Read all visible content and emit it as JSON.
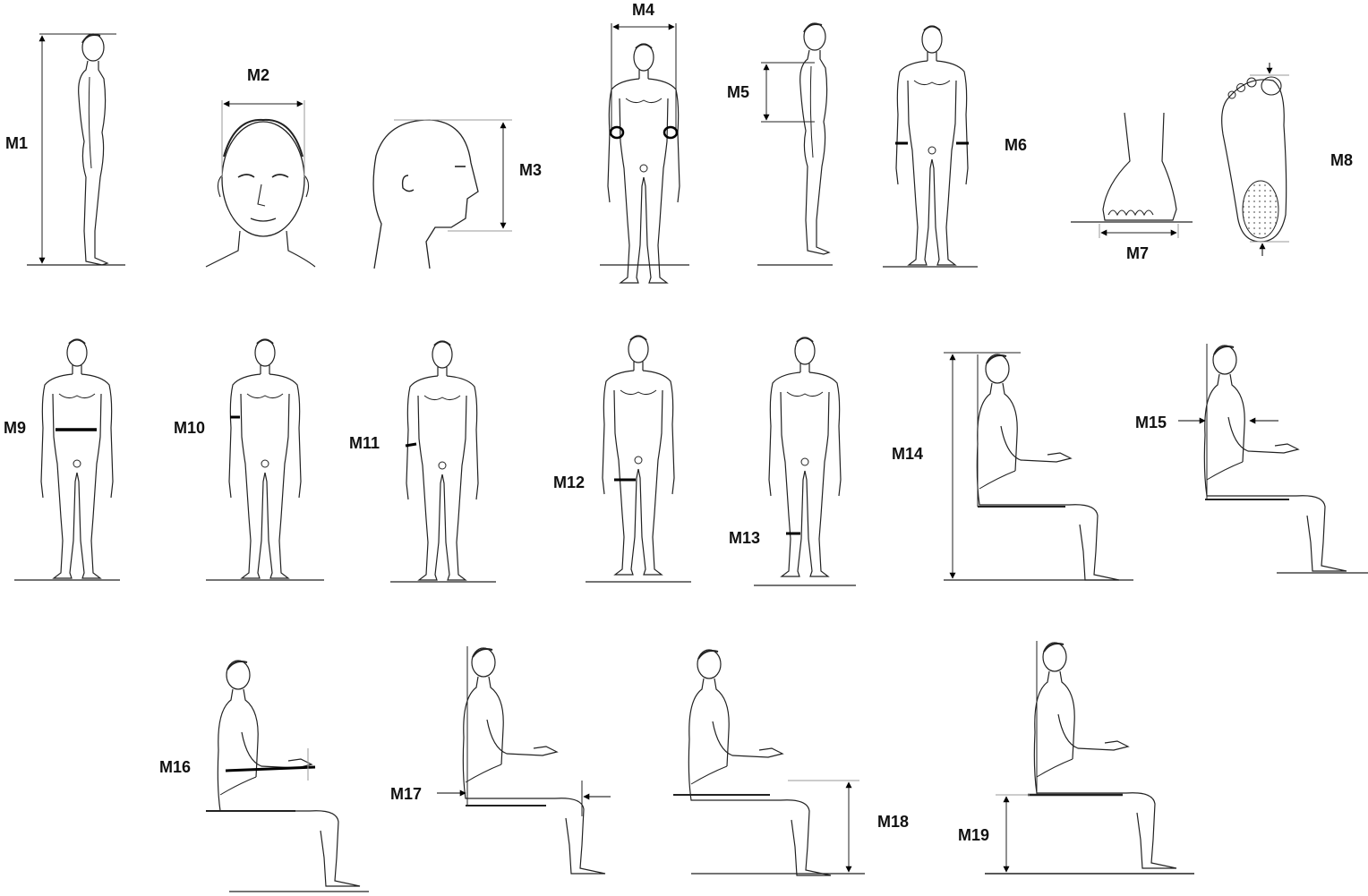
{
  "labels": {
    "m1": "M1",
    "m2": "M2",
    "m3": "M3",
    "m4": "M4",
    "m5": "M5",
    "m6": "M6",
    "m7": "M7",
    "m8": "M8",
    "m9": "M9",
    "m10": "M10",
    "m11": "M11",
    "m12": "M12",
    "m13": "M13",
    "m14": "M14",
    "m15": "M15",
    "m16": "M16",
    "m17": "M17",
    "m18": "M18",
    "m19": "M19"
  },
  "colors": {
    "line": "#222222",
    "marker": "#000000",
    "dots": "#9a9a9a"
  }
}
